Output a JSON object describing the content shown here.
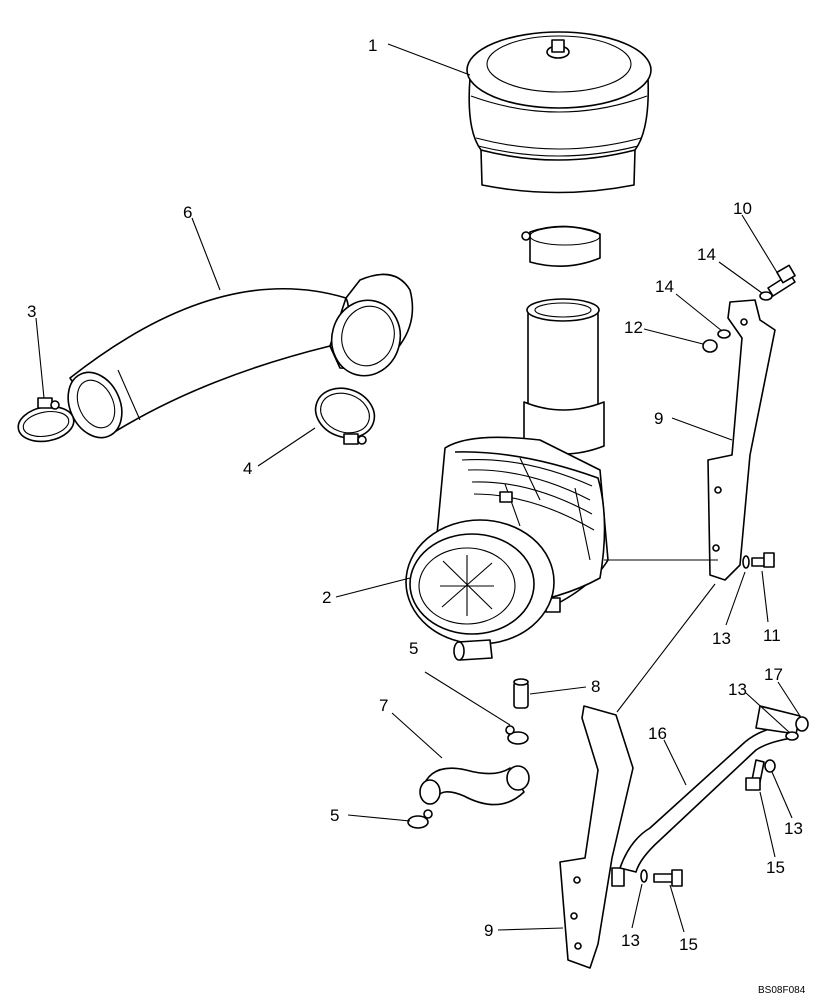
{
  "drawing_code": "BS08F084",
  "callouts": [
    {
      "id": "c1",
      "label": "1"
    },
    {
      "id": "c2",
      "label": "2"
    },
    {
      "id": "c3",
      "label": "3"
    },
    {
      "id": "c4",
      "label": "4"
    },
    {
      "id": "c5a",
      "label": "5"
    },
    {
      "id": "c5b",
      "label": "5"
    },
    {
      "id": "c6",
      "label": "6"
    },
    {
      "id": "c7",
      "label": "7"
    },
    {
      "id": "c8",
      "label": "8"
    },
    {
      "id": "c9a",
      "label": "9"
    },
    {
      "id": "c9b",
      "label": "9"
    },
    {
      "id": "c10",
      "label": "10"
    },
    {
      "id": "c11",
      "label": "11"
    },
    {
      "id": "c12",
      "label": "12"
    },
    {
      "id": "c13a",
      "label": "13"
    },
    {
      "id": "c13b",
      "label": "13"
    },
    {
      "id": "c13c",
      "label": "13"
    },
    {
      "id": "c13d",
      "label": "13"
    },
    {
      "id": "c14a",
      "label": "14"
    },
    {
      "id": "c14b",
      "label": "14"
    },
    {
      "id": "c15a",
      "label": "15"
    },
    {
      "id": "c15b",
      "label": "15"
    },
    {
      "id": "c16",
      "label": "16"
    },
    {
      "id": "c17",
      "label": "17"
    }
  ]
}
